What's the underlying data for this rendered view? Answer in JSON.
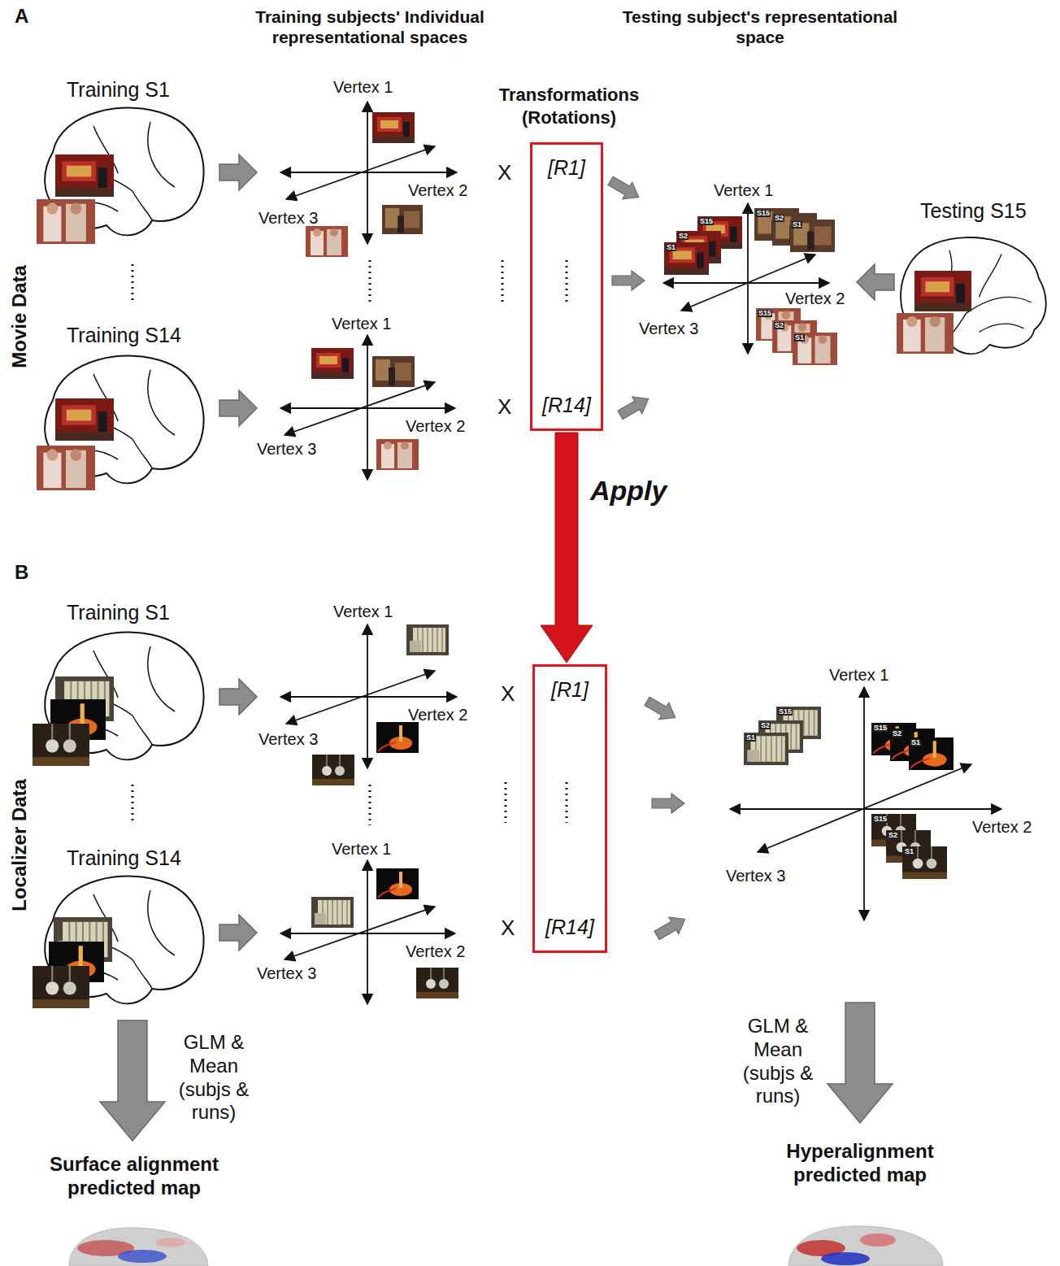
{
  "diagram": {
    "nodes": [
      {
        "text": [
          "Transformations (Rotations)",
          "[R1]",
          "[R14]"
        ]
      },
      {
        "text": [
          "[R1]",
          "[R14]"
        ]
      }
    ],
    "edges": [
      {
        "from": 0,
        "to": 1,
        "arrow": "to",
        "label": "Apply"
      }
    ],
    "labels": [
      "A",
      "Training subjects' Individual representational spaces",
      "Testing subject's representational space",
      "Movie Data",
      "Training S1",
      "Vertex 1",
      "Vertex 2",
      "Vertex 3",
      "X",
      "Training S14",
      "Vertex 1",
      "Vertex 2",
      "Vertex 3",
      "X",
      "Vertex 1",
      "Vertex 2",
      "Vertex 3",
      "Testing S15",
      "S15",
      "S2",
      "S1",
      "S15",
      "S2",
      "S1",
      "S15",
      "S2",
      "S1",
      "B",
      "Localizer Data",
      "Training S1",
      "Vertex 1",
      "Vertex 2",
      "Vertex 3",
      "X",
      "Training S14",
      "Vertex 1",
      "Vertex 2",
      "Vertex 3",
      "X",
      "Vertex 1",
      "Vertex 2",
      "Vertex 3",
      "S15",
      "S2",
      "S1",
      "S15",
      "S2",
      "S1",
      "S15",
      "S2",
      "S1",
      "GLM & Mean (subjs & runs)",
      "Surface alignment predicted map",
      "GLM & Mean (subjs & runs)",
      "Hyperalignment predicted map"
    ]
  }
}
